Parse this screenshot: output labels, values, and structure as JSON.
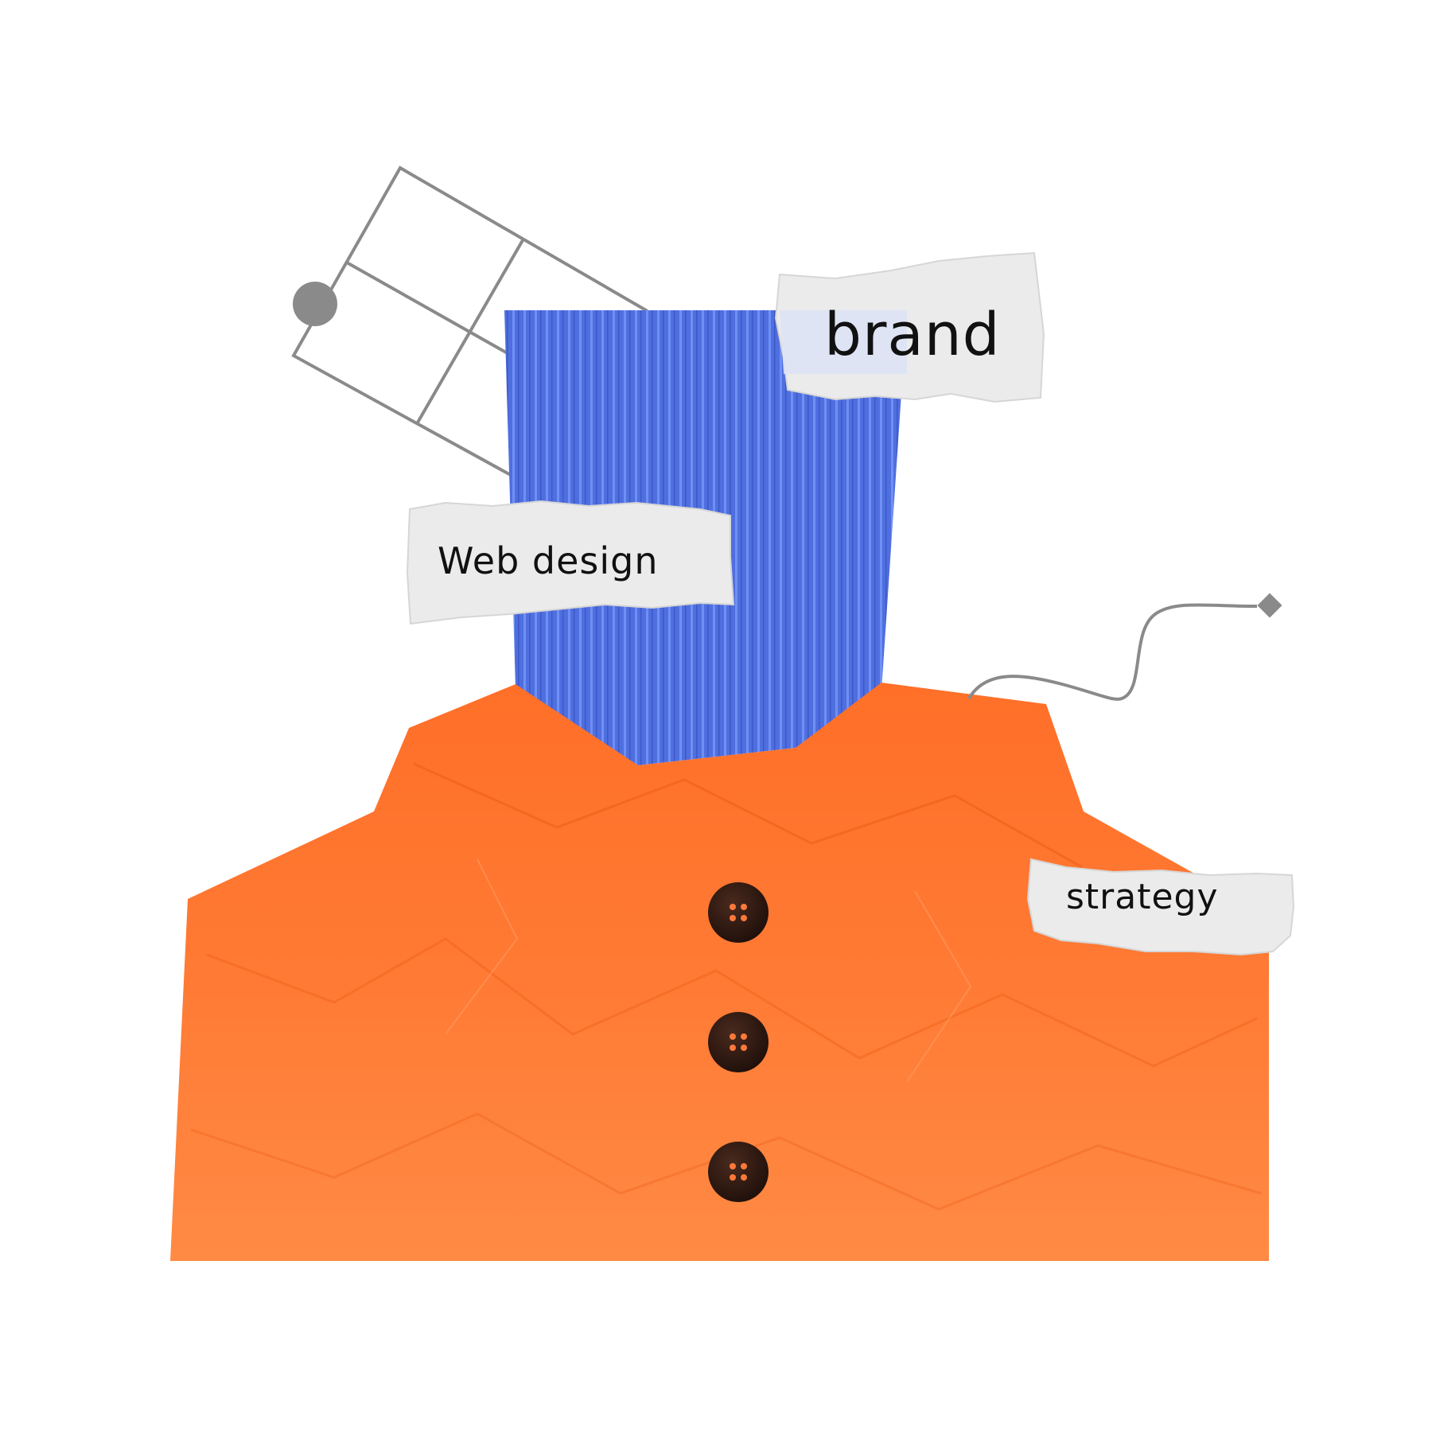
{
  "labels": {
    "brand": "brand",
    "web_design": "Web design",
    "strategy": "strategy"
  },
  "colors": {
    "background": "#ffffff",
    "shirt_orange": "#ff7a32",
    "shirt_orange_dark": "#f0601c",
    "tie_blue": "#4f6fe0",
    "tie_stripe": "#6d8ef2",
    "paper": "#eaeaea",
    "line_gray": "#8a8a8a",
    "button_dark": "#2b1610",
    "button_holes": "#ff7a3a"
  },
  "icons": {
    "decor_grid": "window-grid-icon",
    "decor_connector": "curved-connector-icon",
    "shirt_buttons": "button-icon"
  }
}
